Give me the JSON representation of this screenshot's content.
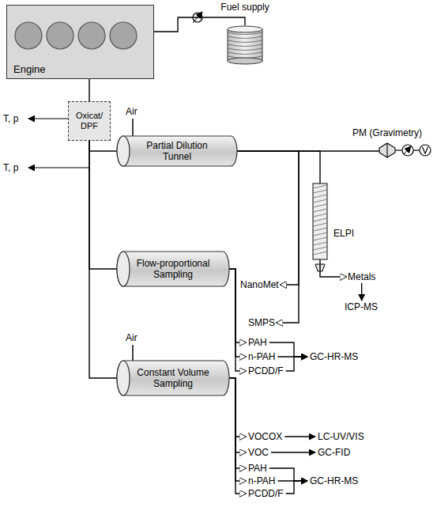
{
  "diagram": {
    "nodes": [
      {
        "text": [
          "Engine"
        ]
      },
      {
        "text": [
          "Fuel supply"
        ]
      },
      {
        "text": [
          "Oxicat/ DPF"
        ]
      },
      {
        "text": [
          "Partial Dilution Tunnel"
        ]
      },
      {
        "text": [
          "Flow-proportional Sampling"
        ]
      },
      {
        "text": [
          "Constant Volume Sampling"
        ]
      },
      {
        "text": [
          "PM (Gravimetry)"
        ]
      },
      {
        "text": [
          "ELPI"
        ]
      },
      {
        "text": [
          "NanoMet"
        ]
      },
      {
        "text": [
          "SMPS"
        ]
      },
      {
        "text": [
          "Metals"
        ]
      },
      {
        "text": [
          "ICP-MS"
        ]
      },
      {
        "text": [
          "PAH"
        ]
      },
      {
        "text": [
          "n-PAH"
        ]
      },
      {
        "text": [
          "PCDD/F"
        ]
      },
      {
        "text": [
          "GC-HR-MS"
        ]
      },
      {
        "text": [
          "VOCOX"
        ]
      },
      {
        "text": [
          "LC-UV/VIS"
        ]
      },
      {
        "text": [
          "VOC"
        ]
      },
      {
        "text": [
          "GC-FID"
        ]
      },
      {
        "text": [
          "PAH"
        ]
      },
      {
        "text": [
          "n-PAH"
        ]
      },
      {
        "text": [
          "PCDD/F"
        ]
      },
      {
        "text": [
          "GC-HR-MS"
        ]
      }
    ],
    "edges": [
      {
        "from": 1,
        "to": 0,
        "arrow": "none"
      },
      {
        "from": 0,
        "to": 2,
        "arrow": "none"
      },
      {
        "from": 2,
        "to": 3,
        "arrow": "none"
      },
      {
        "from": 2,
        "to": 4,
        "arrow": "none"
      },
      {
        "from": 2,
        "to": 5,
        "arrow": "none"
      },
      {
        "from": 3,
        "to": 6,
        "arrow": "none"
      },
      {
        "from": 3,
        "to": 7,
        "arrow": "none"
      },
      {
        "from": 3,
        "to": 8,
        "arrow": "to"
      },
      {
        "from": 3,
        "to": 9,
        "arrow": "to"
      },
      {
        "from": 7,
        "to": 10,
        "arrow": "to"
      },
      {
        "from": 10,
        "to": 11,
        "arrow": "to"
      },
      {
        "from": 4,
        "to": 12,
        "arrow": "to"
      },
      {
        "from": 4,
        "to": 13,
        "arrow": "to"
      },
      {
        "from": 4,
        "to": 14,
        "arrow": "to"
      },
      {
        "from": 12,
        "to": 15,
        "arrow": "to"
      },
      {
        "from": 13,
        "to": 15,
        "arrow": "to"
      },
      {
        "from": 14,
        "to": 15,
        "arrow": "to"
      },
      {
        "from": 5,
        "to": 16,
        "arrow": "to"
      },
      {
        "from": 5,
        "to": 18,
        "arrow": "to"
      },
      {
        "from": 5,
        "to": 20,
        "arrow": "to"
      },
      {
        "from": 5,
        "to": 21,
        "arrow": "to"
      },
      {
        "from": 5,
        "to": 22,
        "arrow": "to"
      },
      {
        "from": 16,
        "to": 17,
        "arrow": "to"
      },
      {
        "from": 18,
        "to": 19,
        "arrow": "to"
      },
      {
        "from": 20,
        "to": 23,
        "arrow": "to"
      },
      {
        "from": 21,
        "to": 23,
        "arrow": "to"
      },
      {
        "from": 22,
        "to": 23,
        "arrow": "to"
      }
    ],
    "labels": [
      "T, p",
      "T, p",
      "Air",
      "Air"
    ]
  }
}
